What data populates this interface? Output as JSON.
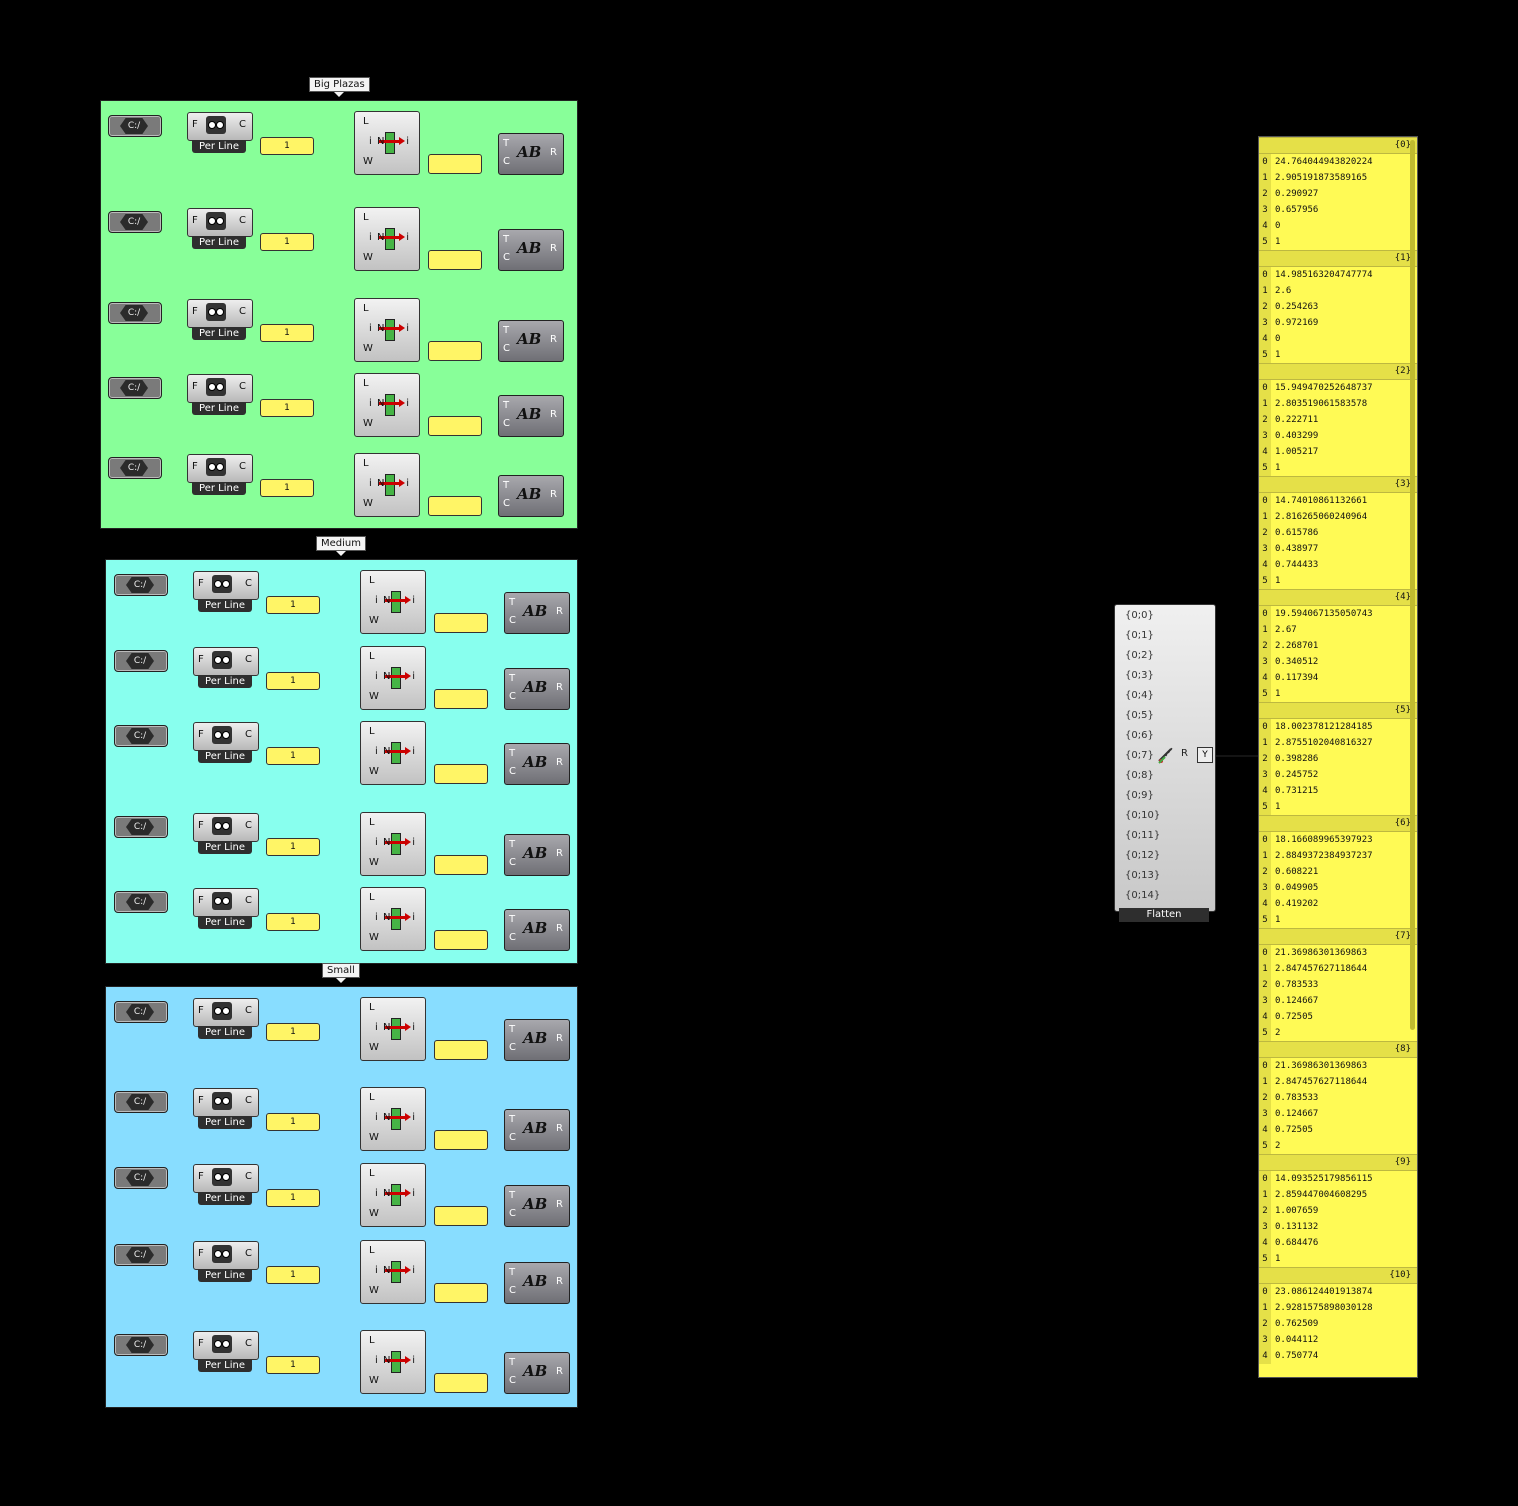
{
  "groups": [
    {
      "title": "Big Plazas",
      "color": "#88ff99",
      "rows": [
        {
          "path_label": "C:/",
          "read_label": "Per Line",
          "index_value": "1"
        },
        {
          "path_label": "C:/",
          "read_label": "Per Line",
          "index_value": "1"
        },
        {
          "path_label": "C:/",
          "read_label": "Per Line",
          "index_value": "1"
        },
        {
          "path_label": "C:/",
          "read_label": "Per Line",
          "index_value": "1"
        },
        {
          "path_label": "C:/",
          "read_label": "Per Line",
          "index_value": "1"
        }
      ]
    },
    {
      "title": "Medium",
      "color": "#88ffee",
      "rows": [
        {
          "path_label": "C:/",
          "read_label": "Per Line",
          "index_value": "1"
        },
        {
          "path_label": "C:/",
          "read_label": "Per Line",
          "index_value": "1"
        },
        {
          "path_label": "C:/",
          "read_label": "Per Line",
          "index_value": "1"
        },
        {
          "path_label": "C:/",
          "read_label": "Per Line",
          "index_value": "1"
        },
        {
          "path_label": "C:/",
          "read_label": "Per Line",
          "index_value": "1"
        }
      ]
    },
    {
      "title": "Small",
      "color": "#88ddff",
      "rows": [
        {
          "path_label": "C:/",
          "read_label": "Per Line",
          "index_value": "1"
        },
        {
          "path_label": "C:/",
          "read_label": "Per Line",
          "index_value": "1"
        },
        {
          "path_label": "C:/",
          "read_label": "Per Line",
          "index_value": "1"
        },
        {
          "path_label": "C:/",
          "read_label": "Per Line",
          "index_value": "1"
        },
        {
          "path_label": "C:/",
          "read_label": "Per Line",
          "index_value": "1"
        }
      ]
    }
  ],
  "read_ports": {
    "in": "F",
    "out": "C"
  },
  "list_ports": {
    "in": [
      "L",
      "i",
      "W"
    ],
    "out": "i",
    "icon_letter": "N"
  },
  "text_ports": {
    "in": [
      "T",
      "C"
    ],
    "out": "R"
  },
  "flatten": {
    "label": "Flatten",
    "output": "R",
    "inputs": [
      "{0;0}",
      "{0;1}",
      "{0;2}",
      "{0;3}",
      "{0;4}",
      "{0;5}",
      "{0;6}",
      "{0;7}",
      "{0;8}",
      "{0;9}",
      "{0;10}",
      "{0;11}",
      "{0;12}",
      "{0;13}",
      "{0;14}"
    ]
  },
  "panel": {
    "branches": [
      {
        "path": "{0}",
        "items": [
          "24.764044943820224",
          "2.905191873589165",
          "0.290927",
          "0.657956",
          "0",
          "1"
        ]
      },
      {
        "path": "{1}",
        "items": [
          "14.985163204747774",
          "2.6",
          "0.254263",
          "0.972169",
          "0",
          "1"
        ]
      },
      {
        "path": "{2}",
        "items": [
          "15.949470252648737",
          "2.803519061583578",
          "0.222711",
          "0.403299",
          "1.005217",
          "1"
        ]
      },
      {
        "path": "{3}",
        "items": [
          "14.74010861132661",
          "2.816265060240964",
          "0.615786",
          "0.438977",
          "0.744433",
          "1"
        ]
      },
      {
        "path": "{4}",
        "items": [
          "19.594067135050743",
          "2.67",
          "2.268701",
          "0.340512",
          "0.117394",
          "1"
        ]
      },
      {
        "path": "{5}",
        "items": [
          "18.002378121284185",
          "2.8755102040816327",
          "0.398286",
          "0.245752",
          "0.731215",
          "1"
        ]
      },
      {
        "path": "{6}",
        "items": [
          "18.166089965397923",
          "2.8849372384937237",
          "0.608221",
          "0.049905",
          "0.419202",
          "1"
        ]
      },
      {
        "path": "{7}",
        "items": [
          "21.36986301369863",
          "2.847457627118644",
          "0.783533",
          "0.124667",
          "0.72505",
          "2"
        ]
      },
      {
        "path": "{8}",
        "items": [
          "21.36986301369863",
          "2.847457627118644",
          "0.783533",
          "0.124667",
          "0.72505",
          "2"
        ]
      },
      {
        "path": "{9}",
        "items": [
          "14.093525179856115",
          "2.859447004608295",
          "1.007659",
          "0.131132",
          "0.684476",
          "1"
        ]
      },
      {
        "path": "{10}",
        "items": [
          "23.086124401913874",
          "2.9281575898030128",
          "0.762509",
          "0.044112",
          "0.750774"
        ]
      }
    ]
  }
}
